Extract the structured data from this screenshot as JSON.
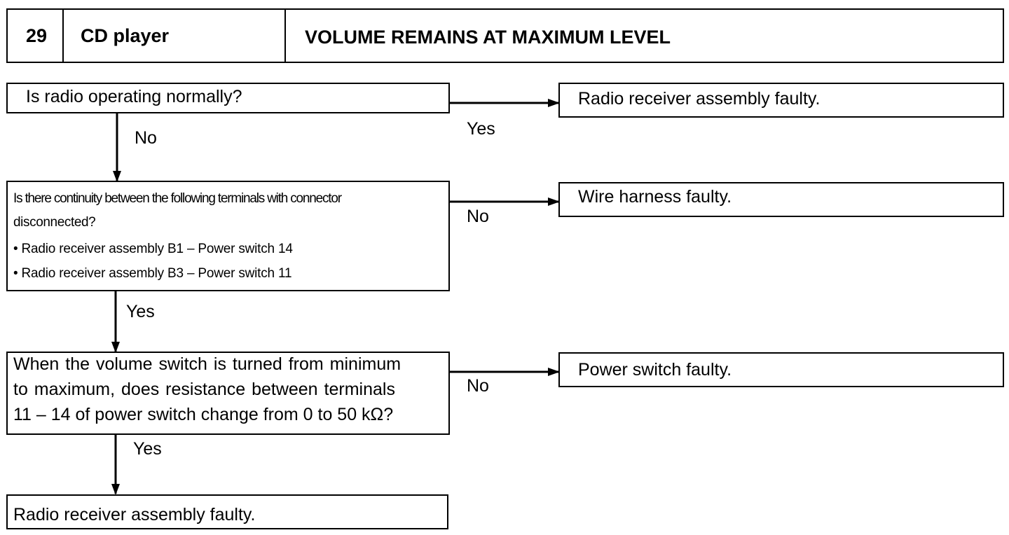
{
  "header": {
    "number": "29",
    "system": "CD player",
    "title": "VOLUME REMAINS AT MAXIMUM LEVEL"
  },
  "steps": {
    "q1": {
      "question": "Is radio operating normally?",
      "yes_label": "Yes",
      "no_label": "No",
      "yes_result": "Radio receiver assembly faulty."
    },
    "q2": {
      "line1": "Is there continuity between the following terminals with connector",
      "line2": "disconnected?",
      "bullet1": "• Radio receiver assembly B1 – Power switch 14",
      "bullet2": "• Radio receiver assembly B3 – Power switch 11",
      "no_label": "No",
      "yes_label": "Yes",
      "no_result": "Wire harness faulty."
    },
    "q3": {
      "line1": "When the volume switch is turned from minimum",
      "line2": "to maximum, does resistance between terminals",
      "line3": "11 – 14 of power switch change from 0 to 50 kΩ?",
      "no_label": "No",
      "yes_label": "Yes",
      "no_result": "Power switch faulty."
    },
    "final": {
      "result": "Radio receiver assembly faulty."
    }
  }
}
